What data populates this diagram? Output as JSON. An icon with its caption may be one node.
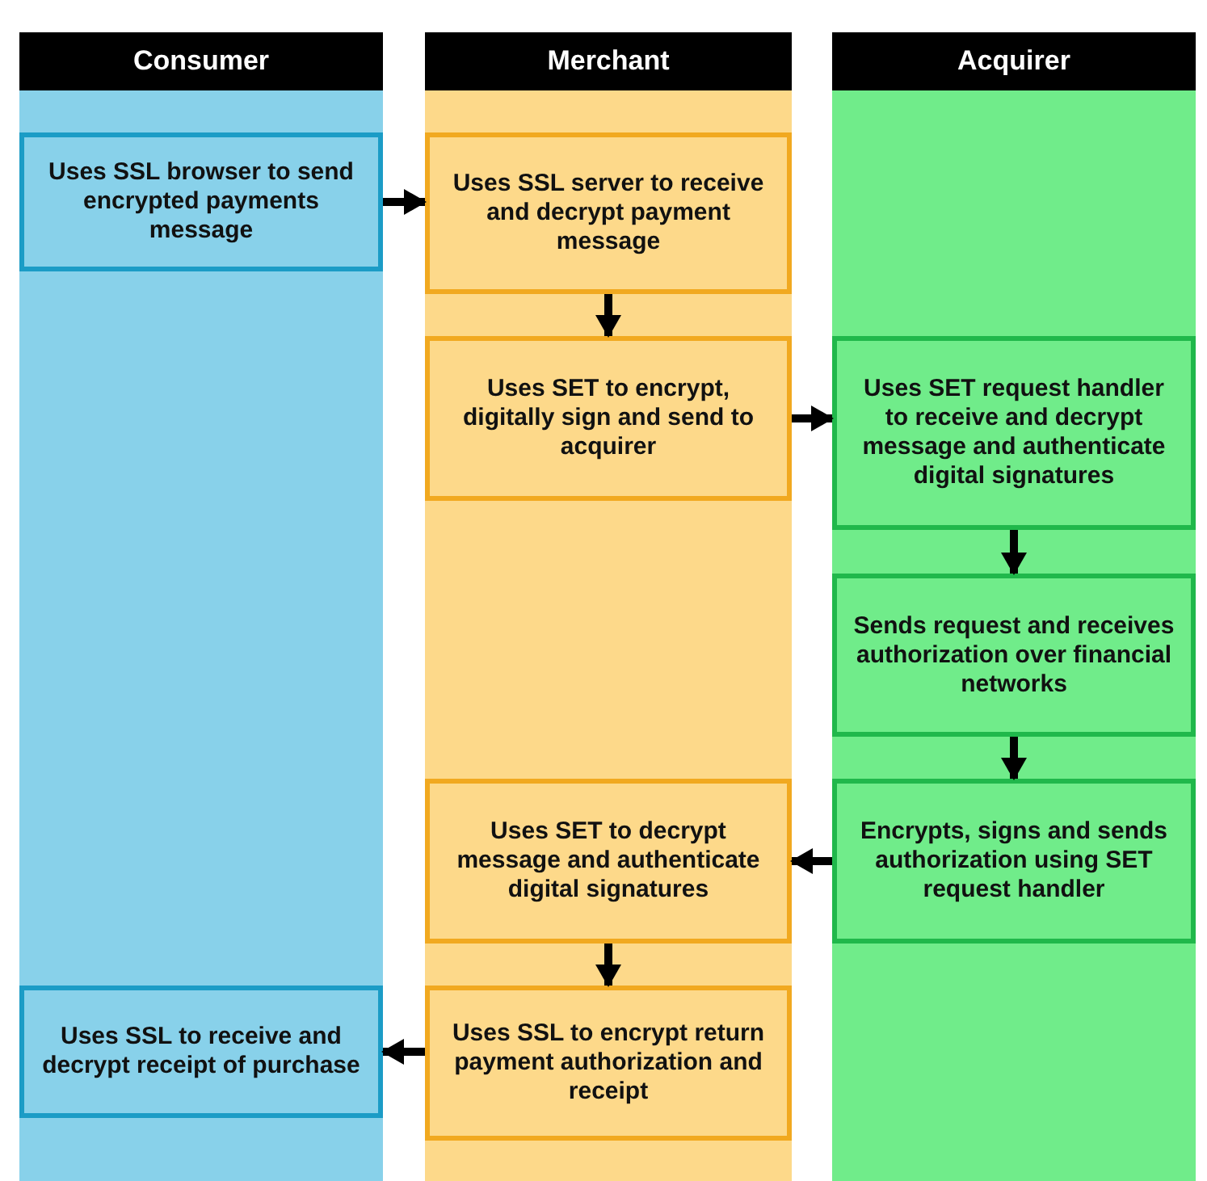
{
  "diagram": {
    "nodes": [
      {
        "text": [
          "Consumer"
        ]
      },
      {
        "text": [
          "Merchant"
        ]
      },
      {
        "text": [
          "Acquirer"
        ]
      },
      {
        "text": [
          "Uses SSL browser to send encrypted payments message"
        ],
        "in": 0
      },
      {
        "text": [
          "Uses SSL server to receive and decrypt payment message"
        ],
        "in": 1
      },
      {
        "text": [
          "Uses SET to encrypt, digitally sign and send to acquirer"
        ],
        "in": 1
      },
      {
        "text": [
          "Uses SET request handler to receive and decrypt message and authenticate digital signatures"
        ],
        "in": 2
      },
      {
        "text": [
          "Sends request and receives authorization over financial networks"
        ],
        "in": 2
      },
      {
        "text": [
          "Uses SET to decrypt message and authenticate digital signatures"
        ],
        "in": 1
      },
      {
        "text": [
          "Encrypts, signs and sends authorization using SET request handler"
        ],
        "in": 2
      },
      {
        "text": [
          "Uses SSL to receive and decrypt receipt of purchase"
        ],
        "in": 0
      },
      {
        "text": [
          "Uses SSL to encrypt return payment authorization and receipt"
        ],
        "in": 1
      }
    ],
    "edges": [
      {
        "from": 3,
        "to": 4,
        "arrow": "to"
      },
      {
        "from": 4,
        "to": 5,
        "arrow": "to"
      },
      {
        "from": 5,
        "to": 6,
        "arrow": "to"
      },
      {
        "from": 6,
        "to": 7,
        "arrow": "to"
      },
      {
        "from": 7,
        "to": 9,
        "arrow": "to"
      },
      {
        "from": 9,
        "to": 8,
        "arrow": "to"
      },
      {
        "from": 8,
        "to": 11,
        "arrow": "to"
      },
      {
        "from": 11,
        "to": 10,
        "arrow": "to"
      }
    ]
  }
}
